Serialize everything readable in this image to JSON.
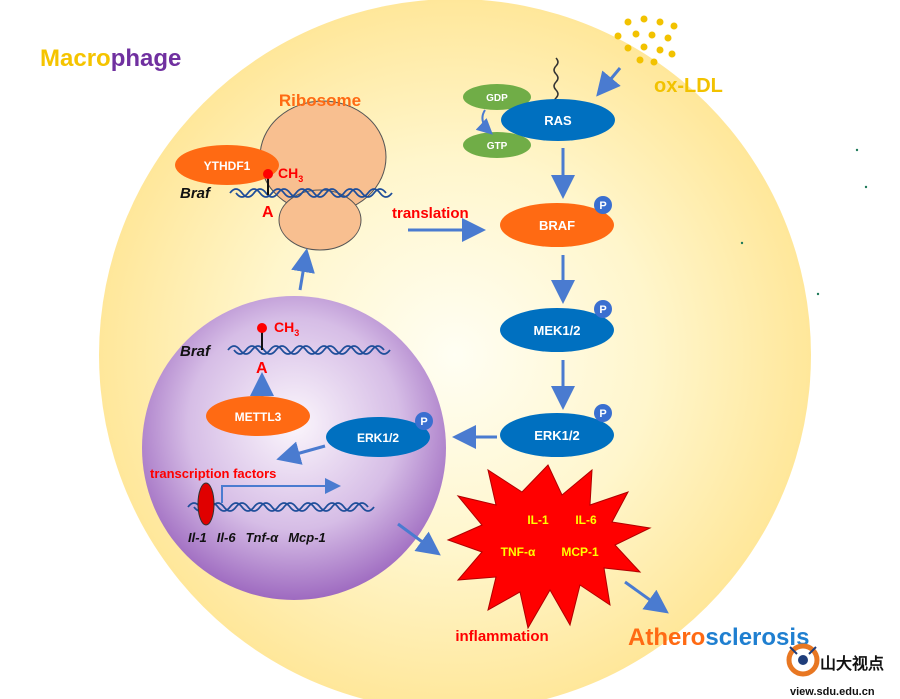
{
  "title": {
    "part1": "Macro",
    "part2": "phage"
  },
  "labels": {
    "ox_ldl": "ox-LDL",
    "ribosome": "Ribosome",
    "ythdf1": "YTHDF1",
    "braf_cyto": "Braf",
    "a_cyto": "A",
    "ch3_cyto": "CH",
    "ch3_sub": "3",
    "translation": "translation",
    "gdp": "GDP",
    "gtp": "GTP",
    "ras": "RAS",
    "braf_protein": "BRAF",
    "mek": "MEK1/2",
    "erk_cyto": "ERK1/2",
    "erk_nuc": "ERK1/2",
    "phospho": "P",
    "braf_nuc": "Braf",
    "a_nuc": "A",
    "ch3_nuc": "CH",
    "ch3_nuc_sub": "3",
    "mettl3": "METTL3",
    "transcription_factors": "transcription factors",
    "genes": [
      "Il-1",
      "Il-6",
      "Tnf-α",
      "Mcp-1"
    ],
    "cytokines": [
      "IL-1",
      "IL-6",
      "TNF-α",
      "MCP-1"
    ],
    "inflammation": "inflammation",
    "athero_part1": "Athero",
    "athero_part2": "sclerosis",
    "watermark_cn": "山大视点",
    "watermark_url": "view.sdu.edu.cn"
  },
  "colors": {
    "title_yellow": "#f5c400",
    "title_purple": "#7030a0",
    "orange": "#ff6a13",
    "blue": "#0070c0",
    "red": "#ff0000",
    "green": "#70ad47",
    "gold": "#f2c200"
  }
}
